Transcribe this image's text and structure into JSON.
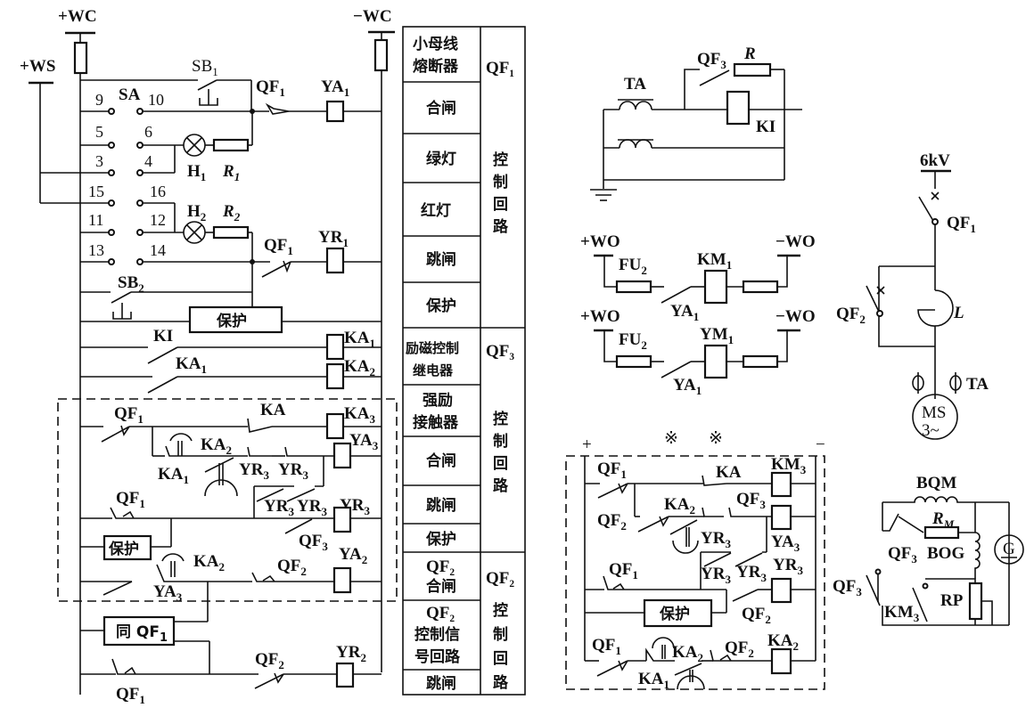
{
  "main_circuit": {
    "bus_plus_wc": "+WC",
    "bus_minus_wc": "−WC",
    "bus_plus_ws": "+WS",
    "switch_sa": "SA",
    "sa_terminals": [
      "9",
      "10",
      "5",
      "6",
      "3",
      "4",
      "15",
      "16",
      "11",
      "12",
      "13",
      "14"
    ],
    "sb1": {
      "base": "SB",
      "sub": "1"
    },
    "sb2": {
      "base": "SB",
      "sub": "2"
    },
    "qf1": {
      "base": "QF",
      "sub": "1"
    },
    "qf2": {
      "base": "QF",
      "sub": "2"
    },
    "qf3": {
      "base": "QF",
      "sub": "3"
    },
    "ya1": {
      "base": "YA",
      "sub": "1"
    },
    "ya2": {
      "base": "YA",
      "sub": "2"
    },
    "ya3": {
      "base": "YA",
      "sub": "3"
    },
    "yr1": {
      "base": "YR",
      "sub": "1"
    },
    "yr2": {
      "base": "YR",
      "sub": "2"
    },
    "yr3": {
      "base": "YR",
      "sub": "3"
    },
    "h1": {
      "base": "H",
      "sub": "1"
    },
    "h2": {
      "base": "H",
      "sub": "2"
    },
    "r1": {
      "base": "R",
      "sub": "1"
    },
    "r2": {
      "base": "R",
      "sub": "2"
    },
    "ki": "KI",
    "ka": "KA",
    "ka1": {
      "base": "KA",
      "sub": "1"
    },
    "ka2": {
      "base": "KA",
      "sub": "2"
    },
    "ka3": {
      "base": "KA",
      "sub": "3"
    },
    "protection_block": "保护",
    "sync_block": {
      "prefix": "同 QF",
      "sub": "1"
    }
  },
  "legend_table": {
    "rows": [
      {
        "label": [
          "小母线",
          "熔断器"
        ]
      },
      {
        "label": [
          "合闸"
        ]
      },
      {
        "label": [
          "绿灯"
        ]
      },
      {
        "label": [
          "红灯"
        ]
      },
      {
        "label": [
          "跳闸"
        ]
      },
      {
        "label": [
          "保护"
        ]
      },
      {
        "label": [
          "励磁控制",
          "继电器"
        ]
      },
      {
        "label": [
          "强励",
          "接触器"
        ]
      },
      {
        "label": [
          "合闸"
        ]
      },
      {
        "label": [
          "跳闸"
        ]
      },
      {
        "label": [
          "保护"
        ]
      },
      {
        "label": [
          "QF₂",
          "合闸"
        ]
      },
      {
        "label": [
          "QF₂",
          "控制信",
          "号回路"
        ]
      },
      {
        "label": [
          "跳闸"
        ]
      }
    ],
    "groups": [
      {
        "title": "QF₁",
        "text": "控制回路"
      },
      {
        "title": "QF₃",
        "text": "控制回路"
      },
      {
        "title": "QF₂",
        "text": "控制回路"
      }
    ]
  },
  "ta_circuit": {
    "ta": "TA",
    "qf3": {
      "base": "QF",
      "sub": "3"
    },
    "r": "R",
    "ki": "KI"
  },
  "wo_circuits": {
    "plus_wo": "+WO",
    "minus_wo": "−WO",
    "fu2": {
      "base": "FU",
      "sub": "2"
    },
    "km1": {
      "base": "KM",
      "sub": "1"
    },
    "ym1": {
      "base": "YM",
      "sub": "1"
    },
    "ya1": {
      "base": "YA",
      "sub": "1"
    }
  },
  "primary_circuit": {
    "voltage": "6kV",
    "qf1": {
      "base": "QF",
      "sub": "1"
    },
    "qf2": {
      "base": "QF",
      "sub": "2"
    },
    "reactor": "L",
    "ct": "TA",
    "motor_line1": "MS",
    "motor_line2": "3~"
  },
  "control_box": {
    "plus": "+",
    "minus": "−",
    "marks": [
      "※",
      "※"
    ],
    "qf1": {
      "base": "QF",
      "sub": "1"
    },
    "qf2": {
      "base": "QF",
      "sub": "2"
    },
    "qf3": {
      "base": "QF",
      "sub": "3"
    },
    "ka": "KA",
    "ka1": {
      "base": "KA",
      "sub": "1"
    },
    "ka2": {
      "base": "KA",
      "sub": "2"
    },
    "km3": {
      "base": "KM",
      "sub": "3"
    },
    "ya3": {
      "base": "YA",
      "sub": "3"
    },
    "yr3": {
      "base": "YR",
      "sub": "3"
    },
    "protection_block": "保护"
  },
  "excitation_circuit": {
    "bqm": "BQM",
    "rm": {
      "base": "R",
      "sub": "M"
    },
    "qf3": {
      "base": "QF",
      "sub": "3"
    },
    "bog": "BOG",
    "km3": {
      "base": "KM",
      "sub": "3"
    },
    "rp": "RP",
    "generator": "G"
  }
}
